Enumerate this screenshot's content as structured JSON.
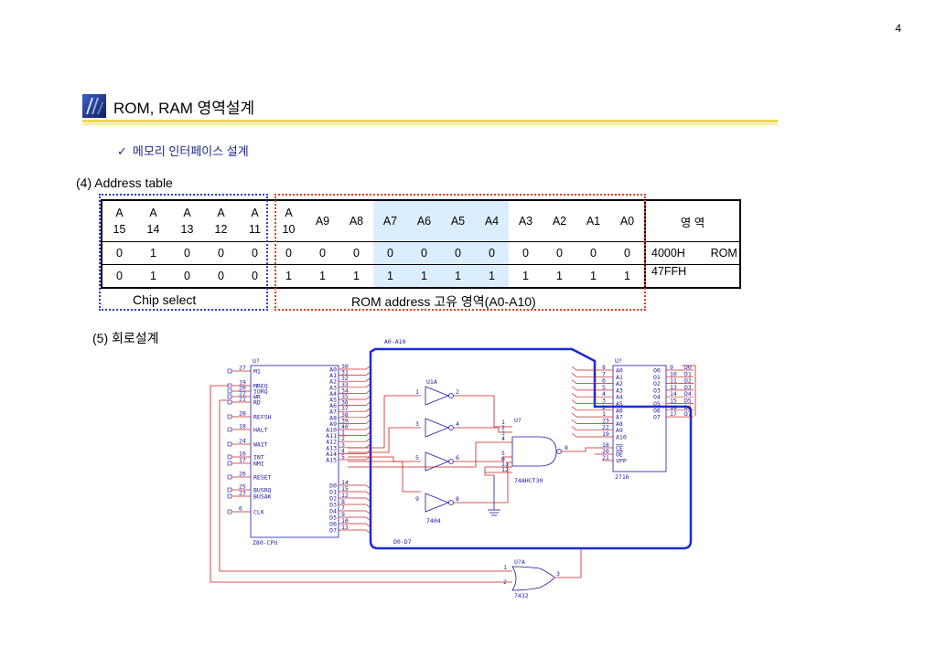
{
  "page_number": "4",
  "title": "ROM, RAM 영역설계",
  "subtitle": "메모리 인터페이스 설계",
  "section4": "(4) Address table",
  "section5": "(5) 회로설계",
  "table": {
    "header_cols": [
      [
        "A",
        "15"
      ],
      [
        "A",
        "14"
      ],
      [
        "A",
        "13"
      ],
      [
        "A",
        "12"
      ],
      [
        "A",
        "11"
      ],
      [
        "A",
        "10"
      ],
      [
        "A9"
      ],
      [
        "A8"
      ],
      [
        "A7"
      ],
      [
        "A6"
      ],
      [
        "A5"
      ],
      [
        "A4"
      ],
      [
        "A3"
      ],
      [
        "A2"
      ],
      [
        "A1"
      ],
      [
        "A0"
      ]
    ],
    "region_header": "영  역",
    "rows": [
      [
        "0",
        "1",
        "0",
        "0",
        "0",
        "0",
        "0",
        "0",
        "0",
        "0",
        "0",
        "0",
        "0",
        "0",
        "0",
        "0"
      ],
      [
        "0",
        "1",
        "0",
        "0",
        "0",
        "1",
        "1",
        "1",
        "1",
        "1",
        "1",
        "1",
        "1",
        "1",
        "1",
        "1"
      ]
    ],
    "region_value_line1": "4000H        ROM",
    "region_value_line2": "47FFH"
  },
  "chip_select_label": "Chip select",
  "rom_address_label": "ROM address 고유 영역(A0-A10)",
  "schematic": {
    "bus_top_label": "A0-A10",
    "bus_bottom_label": "D0-D7",
    "cpu": {
      "ref": "U?",
      "name": "Z80-CPU",
      "left_pins": [
        {
          "num": "27",
          "name": "M1"
        },
        {
          "num": "19",
          "name": "MREQ"
        },
        {
          "num": "20",
          "name": "IORQ"
        },
        {
          "num": "22",
          "name": "WR"
        },
        {
          "num": "21",
          "name": "RD"
        },
        {
          "num": "28",
          "name": "REFSH"
        },
        {
          "num": "18",
          "name": "HALT"
        },
        {
          "num": "24",
          "name": "WAIT"
        },
        {
          "num": "16",
          "name": "INT"
        },
        {
          "num": "17",
          "name": "NMI"
        },
        {
          "num": "26",
          "name": "RESET"
        },
        {
          "num": "25",
          "name": "BUSRQ"
        },
        {
          "num": "23",
          "name": "BUSAK"
        },
        {
          "num": "6",
          "name": "CLK"
        }
      ],
      "addr_pins": [
        {
          "num": "30",
          "name": "A0"
        },
        {
          "num": "31",
          "name": "A1"
        },
        {
          "num": "32",
          "name": "A2"
        },
        {
          "num": "33",
          "name": "A3"
        },
        {
          "num": "34",
          "name": "A4"
        },
        {
          "num": "35",
          "name": "A5"
        },
        {
          "num": "36",
          "name": "A6"
        },
        {
          "num": "37",
          "name": "A7"
        },
        {
          "num": "38",
          "name": "A8"
        },
        {
          "num": "39",
          "name": "A9"
        },
        {
          "num": "40",
          "name": "A10"
        },
        {
          "num": "1",
          "name": "A11"
        },
        {
          "num": "2",
          "name": "A12"
        },
        {
          "num": "3",
          "name": "A13"
        },
        {
          "num": "4",
          "name": "A14"
        },
        {
          "num": "5",
          "name": "A15"
        }
      ],
      "data_pins": [
        {
          "num": "14",
          "name": "D0"
        },
        {
          "num": "15",
          "name": "D1"
        },
        {
          "num": "12",
          "name": "D2"
        },
        {
          "num": "8",
          "name": "D3"
        },
        {
          "num": "7",
          "name": "D4"
        },
        {
          "num": "9",
          "name": "D5"
        },
        {
          "num": "10",
          "name": "D6"
        },
        {
          "num": "13",
          "name": "D7"
        }
      ]
    },
    "inverter": {
      "ref": "U1A",
      "part": "7404",
      "gates": [
        [
          "1",
          "2"
        ],
        [
          "3",
          "4"
        ],
        [
          "5",
          "6"
        ],
        [
          "9",
          "8"
        ]
      ]
    },
    "nand": {
      "ref": "U?",
      "part": "74AHCT30",
      "inputs": [
        "1",
        "2",
        "3",
        "4",
        "5",
        "6",
        "11",
        "12"
      ],
      "output": "8"
    },
    "rom": {
      "ref": "U?",
      "part": "2716",
      "addr_pins": [
        {
          "num": "8",
          "name": "A0"
        },
        {
          "num": "7",
          "name": "A1"
        },
        {
          "num": "6",
          "name": "A2"
        },
        {
          "num": "5",
          "name": "A3"
        },
        {
          "num": "4",
          "name": "A4"
        },
        {
          "num": "3",
          "name": "A5"
        },
        {
          "num": "2",
          "name": "A6"
        },
        {
          "num": "1",
          "name": "A7"
        },
        {
          "num": "23",
          "name": "A8"
        },
        {
          "num": "22",
          "name": "A9"
        },
        {
          "num": "19",
          "name": "A10"
        }
      ],
      "ctrl_pins": [
        {
          "num": "18",
          "name": "CE"
        },
        {
          "num": "20",
          "name": "OE"
        },
        {
          "num": "21",
          "name": "VPP"
        }
      ],
      "out_pins": [
        {
          "num": "9",
          "name": "O0"
        },
        {
          "num": "10",
          "name": "O1"
        },
        {
          "num": "11",
          "name": "O2"
        },
        {
          "num": "13",
          "name": "O3"
        },
        {
          "num": "14",
          "name": "O4"
        },
        {
          "num": "15",
          "name": "O5"
        },
        {
          "num": "16",
          "name": "O6"
        },
        {
          "num": "17",
          "name": "O7"
        }
      ],
      "data_labels": [
        "D0",
        "D1",
        "D2",
        "D3",
        "D4",
        "D5",
        "D6",
        "D7"
      ]
    },
    "or_gate": {
      "ref": "U?A",
      "part": "7432",
      "inputs": [
        "1",
        "2"
      ],
      "output": "3"
    }
  }
}
